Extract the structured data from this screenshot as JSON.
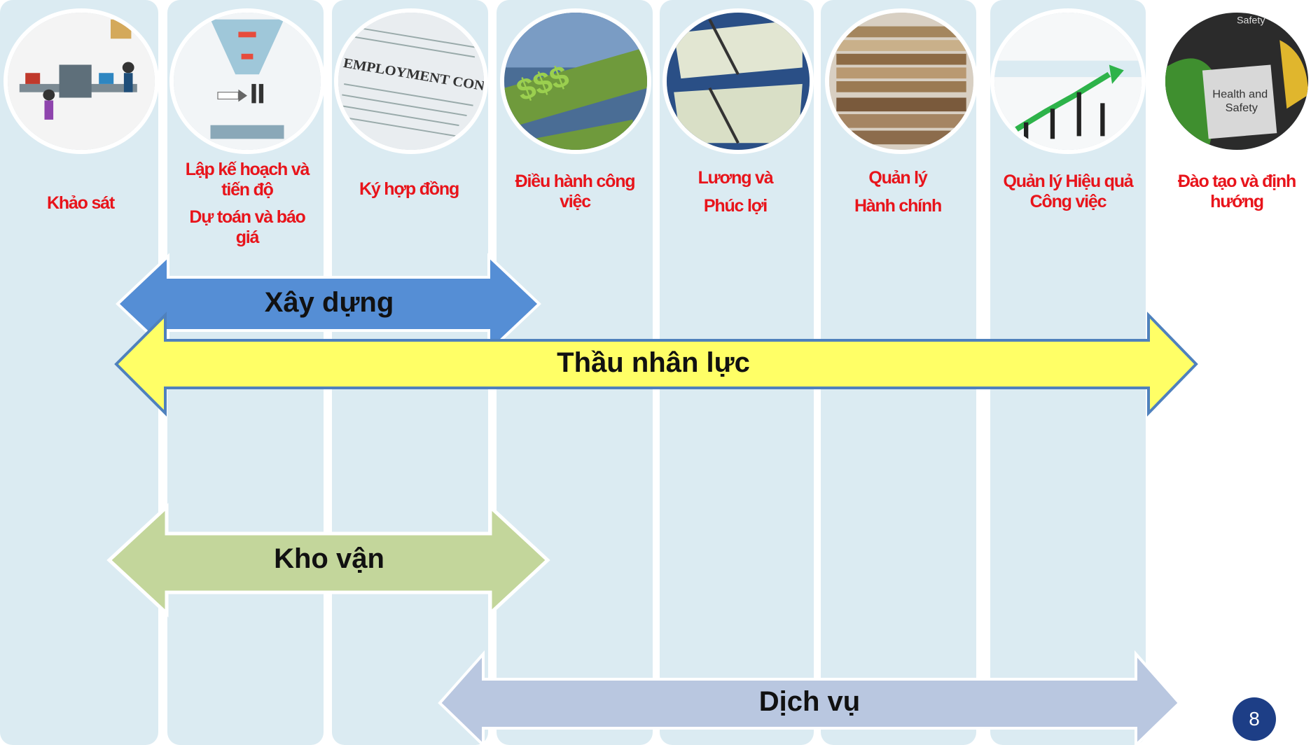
{
  "steps": [
    {
      "id": "khao-sat",
      "lines": [
        "Khảo sát"
      ],
      "image": "factory-conveyor-icon"
    },
    {
      "id": "lap-ke-hoach",
      "lines": [
        "Lập kế hoạch và",
        "tiến độ"
      ],
      "extra_lines": [
        "Dự toán và báo",
        "giá"
      ],
      "image": "funnel-planning-icon"
    },
    {
      "id": "ky-hop-dong",
      "lines": [
        "Ký hợp đồng"
      ],
      "image": "employment-contract-icon",
      "image_text": "EMPLOYMENT CONTRACT"
    },
    {
      "id": "dieu-hanh",
      "lines": [
        "Điều hành công",
        "việc"
      ],
      "image": "dollar-grass-icon",
      "image_text": "$$$"
    },
    {
      "id": "luong",
      "lines": [
        "Lương và",
        "Phúc lợi"
      ],
      "image": "paycheck-icon"
    },
    {
      "id": "quan-ly-hanh-chinh",
      "lines": [
        "Quản lý",
        "Hành chính"
      ],
      "image": "file-stack-icon"
    },
    {
      "id": "quan-ly-hieu-qua",
      "lines": [
        "Quản lý Hiệu quả",
        "Công việc"
      ],
      "image": "growth-chart-icon"
    },
    {
      "id": "dao-tao",
      "lines": [
        "Đào tạo và định",
        "hướng"
      ],
      "image": "health-safety-gear-icon",
      "image_text": "Health and Safety"
    }
  ],
  "arrows": {
    "xay_dung": {
      "label": "Xây dựng",
      "color": "#558ed5"
    },
    "thau_nhan_luc": {
      "label": "Thầu nhân lực",
      "color": "#ffff66"
    },
    "kho_van": {
      "label": "Kho vận",
      "color": "#c3d69b"
    },
    "dich_vu": {
      "label": "Dịch vụ",
      "color": "#b9c7e0"
    }
  },
  "page_number": "8",
  "colors": {
    "column_bg": "#dbebf2",
    "step_text": "#e8141b",
    "arrow_outline": "#4f81bd",
    "badge": "#1d3e86"
  }
}
